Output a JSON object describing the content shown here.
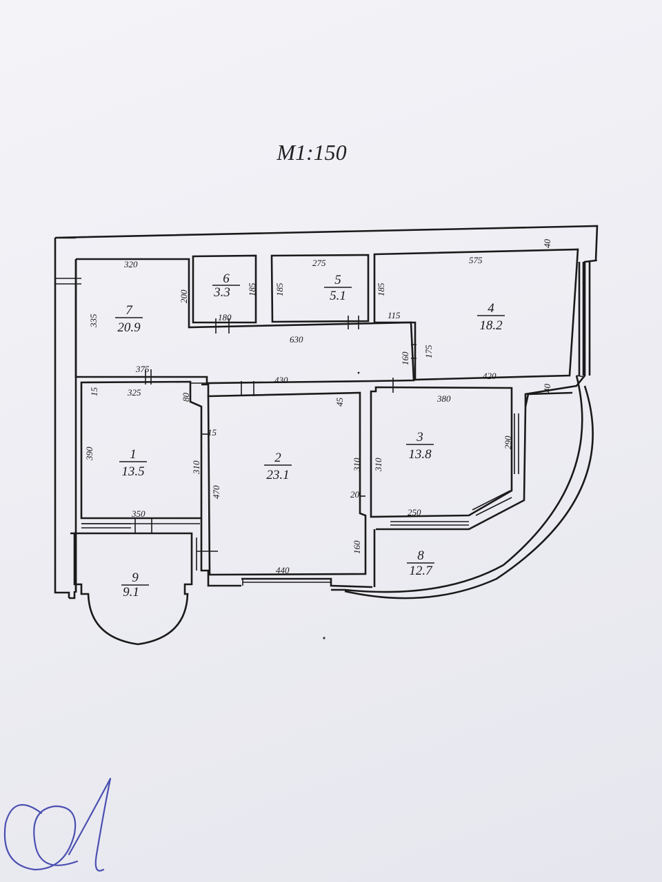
{
  "scale_label": "М1:150",
  "rooms": [
    {
      "number": "1",
      "area": "13.5"
    },
    {
      "number": "2",
      "area": "23.1"
    },
    {
      "number": "3",
      "area": "13.8"
    },
    {
      "number": "4",
      "area": "18.2"
    },
    {
      "number": "5",
      "area": "5.1"
    },
    {
      "number": "6",
      "area": "3.3"
    },
    {
      "number": "7",
      "area": "20.9"
    },
    {
      "number": "8",
      "area": "12.7"
    },
    {
      "number": "9",
      "area": "9.1"
    }
  ],
  "dimensions": {
    "r7_top": "320",
    "r7_left": "335",
    "r7_right": "200",
    "r7_bottom": "375",
    "r6_right": "185",
    "r6_bottom": "180",
    "r5_top": "275",
    "r5_left": "185",
    "r4_top": "575",
    "r4_left": "185",
    "r4_topright": "40",
    "r4_bottom": "420",
    "r4_bottomright": "40",
    "corridor_len": "630",
    "corridor_115": "115",
    "corridor_160": "160",
    "corridor_175": "175",
    "r1_15": "15",
    "r1_top": "325",
    "r1_80": "80",
    "r1_left": "390",
    "r1_right": "310",
    "r1_bottom": "350",
    "r2_top": "430",
    "r2_45": "45",
    "r2_15": "15",
    "r2_left": "470",
    "r2_right": "310",
    "r2_20": "20",
    "r2_160": "160",
    "r2_bottom": "440",
    "r3_top": "380",
    "r3_left": "310",
    "r3_right": "290",
    "r3_bottom": "250"
  }
}
